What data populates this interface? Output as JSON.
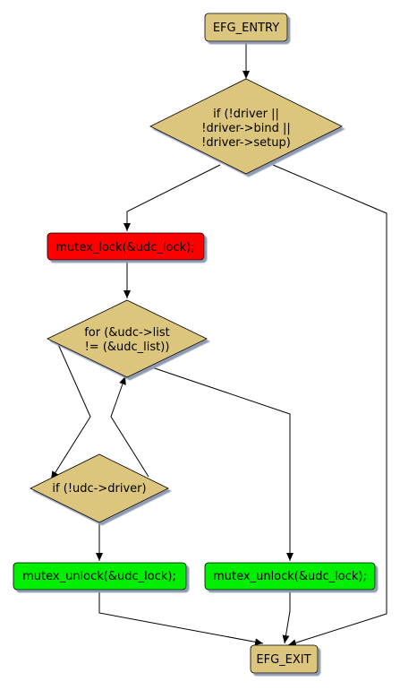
{
  "nodes": {
    "entry": {
      "text": "EFG_ENTRY",
      "shape": "box",
      "color": "#dcc57c"
    },
    "check_driver": {
      "lines": [
        "if (!driver ||",
        "!driver->bind ||",
        "!driver->setup)"
      ],
      "shape": "diamond",
      "color": "#dcc57c"
    },
    "mutex_lock": {
      "text": "mutex_lock(&udc_lock);",
      "shape": "box",
      "color": "#ff0000"
    },
    "for_loop": {
      "lines": [
        "for (&udc->list",
        "!= (&udc_list))"
      ],
      "shape": "diamond",
      "color": "#dcc57c"
    },
    "check_udc": {
      "text": "if (!udc->driver)",
      "shape": "diamond",
      "color": "#dcc57c"
    },
    "unlock_left": {
      "text": "mutex_unlock(&udc_lock);",
      "shape": "box",
      "color": "#00ee00"
    },
    "unlock_right": {
      "text": "mutex_unlock(&udc_lock);",
      "shape": "box",
      "color": "#00ee00"
    },
    "exit": {
      "text": "EFG_EXIT",
      "shape": "box",
      "color": "#dcc57c"
    }
  },
  "colors": {
    "shadow": "#8f9bb3",
    "edge": "#000000"
  }
}
